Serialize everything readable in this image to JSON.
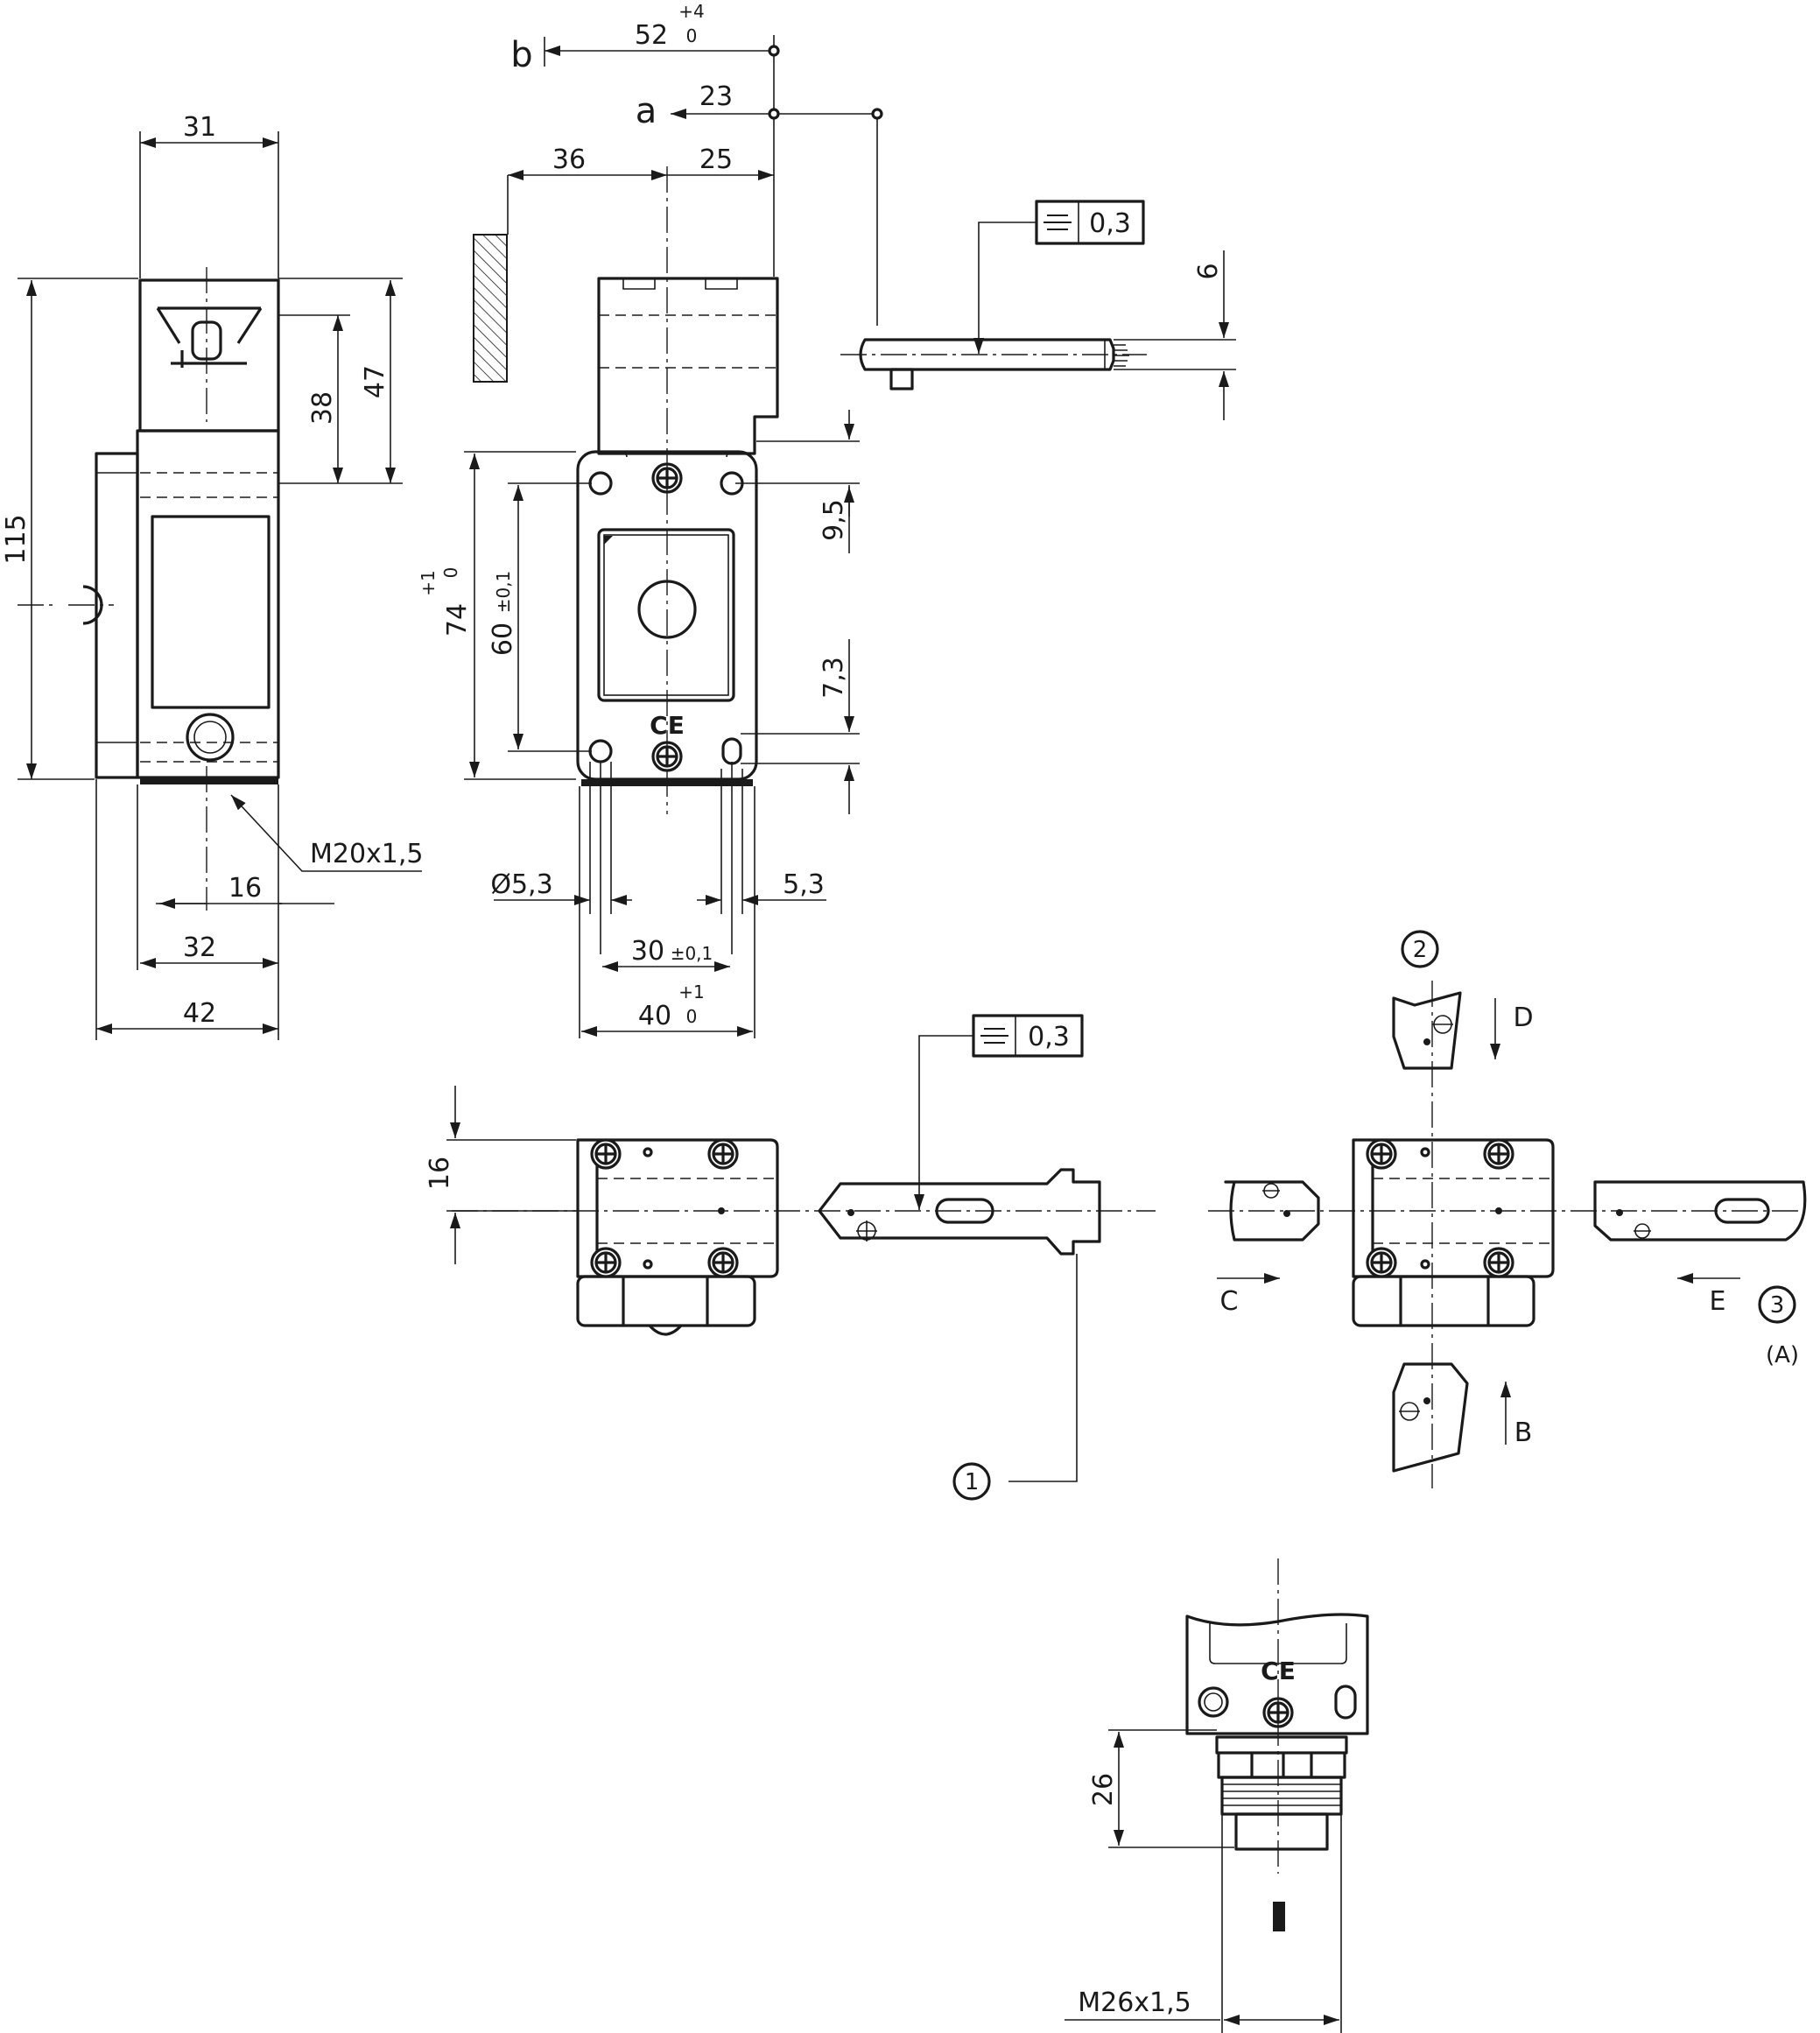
{
  "dimensions": {
    "b_overall": "52",
    "b_tol_upper": "+4",
    "b_tol_lower": "0",
    "a_offset": "23",
    "d36": "36",
    "d25": "25",
    "d31": "31",
    "d115": "115",
    "d38": "38",
    "d47": "47",
    "d74": "74",
    "d74_tol_upper": "+1",
    "d74_tol_lower": "0",
    "d60": "60",
    "d60_tol": "±0,1",
    "d9_5": "9,5",
    "d7_3": "7,3",
    "d6": "6",
    "flatness": "0,3",
    "thread_small": "M20x1,5",
    "d16_cable": "16",
    "d32": "32",
    "d42": "42",
    "hole_dia": "Ø5,3",
    "d5_3": "5,3",
    "d30": "30",
    "d30_tol": "±0,1",
    "d40": "40",
    "d40_tol_upper": "+1",
    "d40_tol_lower": "0",
    "d16_height": "16",
    "d26": "26",
    "thread_large": "M26x1,5"
  },
  "letters": {
    "a": "a",
    "b": "b",
    "dir_B": "B",
    "dir_C": "C",
    "dir_D": "D",
    "dir_E": "E",
    "note_A": "(A)"
  },
  "callouts": {
    "c1": "1",
    "c2": "2",
    "c3": "3"
  },
  "icons": [
    "flatness-tolerance-icon",
    "ce-mark-icon",
    "screw-head-icon",
    "arrow-icon"
  ]
}
